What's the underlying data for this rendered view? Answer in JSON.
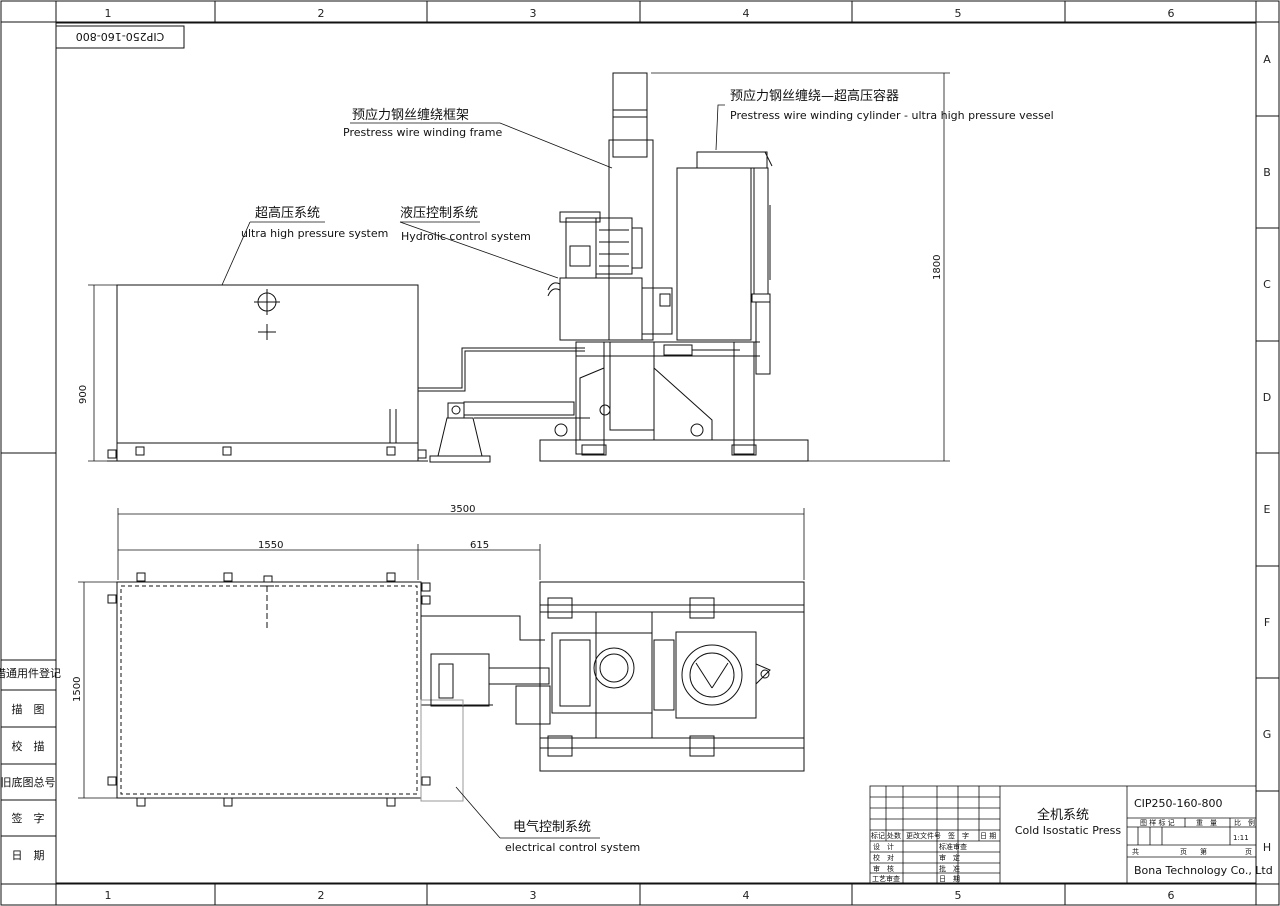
{
  "grid": {
    "columns": [
      "1",
      "2",
      "3",
      "4",
      "5",
      "6"
    ],
    "rows": [
      "A",
      "B",
      "C",
      "D",
      "E",
      "F",
      "G",
      "H"
    ]
  },
  "drawing_number_mirrored": "CIP250-160-800",
  "callouts": {
    "frame_zh": "预应力钢丝缠绕框架",
    "frame_en": "Prestress wire winding frame",
    "vessel_zh": "预应力钢丝缠绕—超高压容器",
    "vessel_en": "Prestress wire winding cylinder - ultra high pressure vessel",
    "uhp_zh": "超高压系统",
    "uhp_en": "ultra high pressure system",
    "hyd_zh": "液压控制系统",
    "hyd_en": "Hydrolic control system",
    "elec_zh": "电气控制系统",
    "elec_en": "electrical control system"
  },
  "dimensions": {
    "height_total": "1800",
    "height_box": "900",
    "width_total": "3500",
    "width_box": "1550",
    "gap": "615",
    "depth": "1500"
  },
  "side_table": [
    "借通用件登记",
    "描　图",
    "校　描",
    "旧底图总号",
    "签　字",
    "日　期"
  ],
  "title_block": {
    "name_zh": "全机系统",
    "name_en": "Cold Isostatic Press",
    "code": "CIP250-160-800",
    "company": "Bona Technology Co., Ltd",
    "scale": "1:11",
    "hdr_stage": "图 样 标 记",
    "hdr_weight": "重　量",
    "hdr_ratio": "比　例",
    "total": "共",
    "sheet": "页",
    "page": "第",
    "page2": "页",
    "rev_mark": "标记",
    "rev_count": "处数",
    "rev_doc": "更改文件号",
    "rev_sign": "签　字",
    "rev_date": "日 期",
    "role_design": "设　计",
    "role_check": "校　对",
    "role_review": "审　核",
    "role_process": "工艺审查",
    "role_std": "标准审查",
    "role_audit": "审　定",
    "role_approve": "批　准",
    "role_date": "日　期"
  }
}
